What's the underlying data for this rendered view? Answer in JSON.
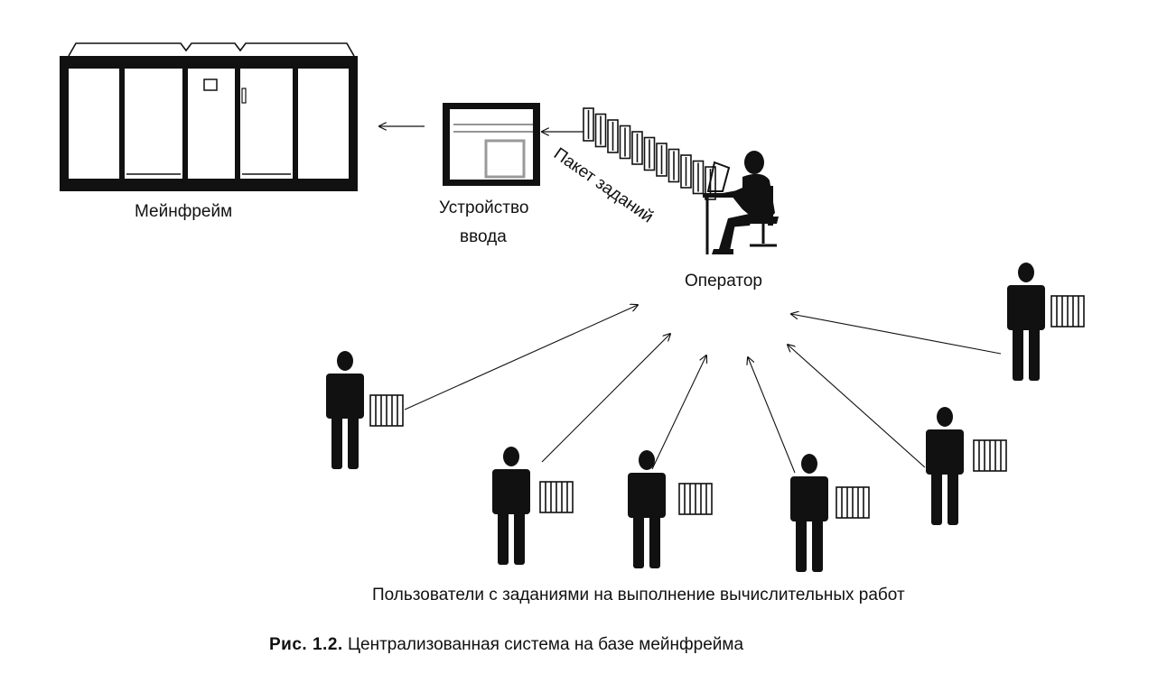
{
  "labels": {
    "mainframe": "Мейнфрейм",
    "input_device_line1": "Устройство",
    "input_device_line2": "ввода",
    "job_packet": "Пакет заданий",
    "operator": "Оператор",
    "users": "Пользователи с заданиями на выполнение вычислительных работ"
  },
  "caption": {
    "number": "Рис. 1.2.",
    "text": "Централизованная система на базе мейнфрейма"
  },
  "icons": {
    "mainframe": "mainframe-cabinet-icon",
    "input_device": "card-reader-icon",
    "operator": "operator-at-terminal-icon",
    "user": "person-icon",
    "punch_cards": "punch-card-deck-icon"
  },
  "colors": {
    "ink": "#111111",
    "paper": "#ffffff",
    "grey": "#9a9a9a"
  }
}
